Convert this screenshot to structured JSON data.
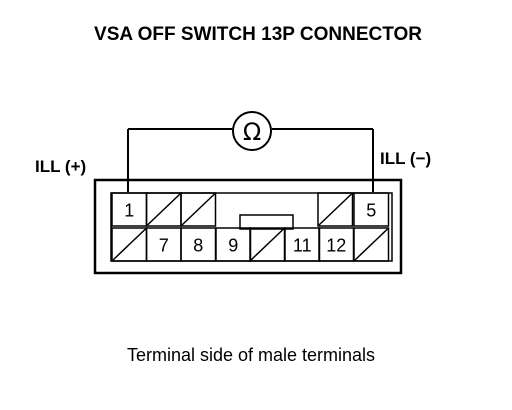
{
  "title": "VSA OFF SWITCH 13P CONNECTOR",
  "meter": {
    "symbol": "Ω",
    "icon": "ohmmeter-icon"
  },
  "labels": {
    "left_probe": "ILL (+)",
    "right_probe": "ILL (−)"
  },
  "connector": {
    "top_row": [
      {
        "pin": "1",
        "blank": false
      },
      {
        "pin": "",
        "blank": true
      },
      {
        "pin": "",
        "blank": true
      },
      {
        "pin": "",
        "blank": true
      },
      {
        "pin": "5",
        "blank": false
      }
    ],
    "bottom_row": [
      {
        "pin": "",
        "blank": true
      },
      {
        "pin": "7",
        "blank": false
      },
      {
        "pin": "8",
        "blank": false
      },
      {
        "pin": "9",
        "blank": false
      },
      {
        "pin": "",
        "blank": true
      },
      {
        "pin": "11",
        "blank": false
      },
      {
        "pin": "12",
        "blank": false
      },
      {
        "pin": "",
        "blank": true
      }
    ]
  },
  "caption": "Terminal side of male terminals"
}
